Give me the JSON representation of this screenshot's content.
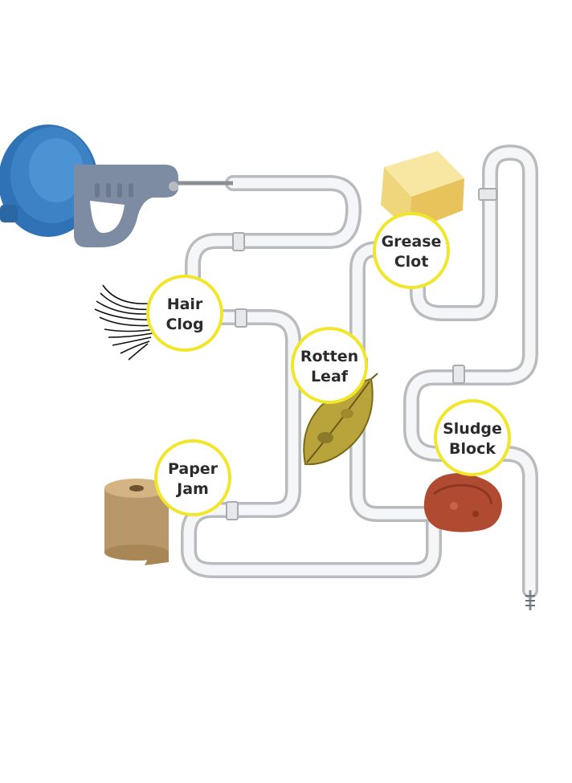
{
  "colors": {
    "label_ring": "#f2e62a",
    "pipe_stroke": "#bfc2c4",
    "pipe_fill": "#f4f5f6",
    "tool_body": "#3c82c4",
    "tool_handle": "#7d8ba3"
  },
  "labels": {
    "hair_clog": {
      "line1": "Hair",
      "line2": "Clog"
    },
    "grease_clot": {
      "line1": "Grease",
      "line2": "Clot"
    },
    "rotten_leaf": {
      "line1": "Rotten",
      "line2": "Leaf"
    },
    "sludge_block": {
      "line1": "Sludge",
      "line2": "Block"
    },
    "paper_jam": {
      "line1": "Paper",
      "line2": "Jam"
    }
  },
  "icons": {
    "tool": "drain-auger-icon",
    "hair": "hair-icon",
    "grease": "butter-block-icon",
    "leaf": "leaf-icon",
    "sludge": "rock-icon",
    "paper": "paper-roll-icon"
  }
}
